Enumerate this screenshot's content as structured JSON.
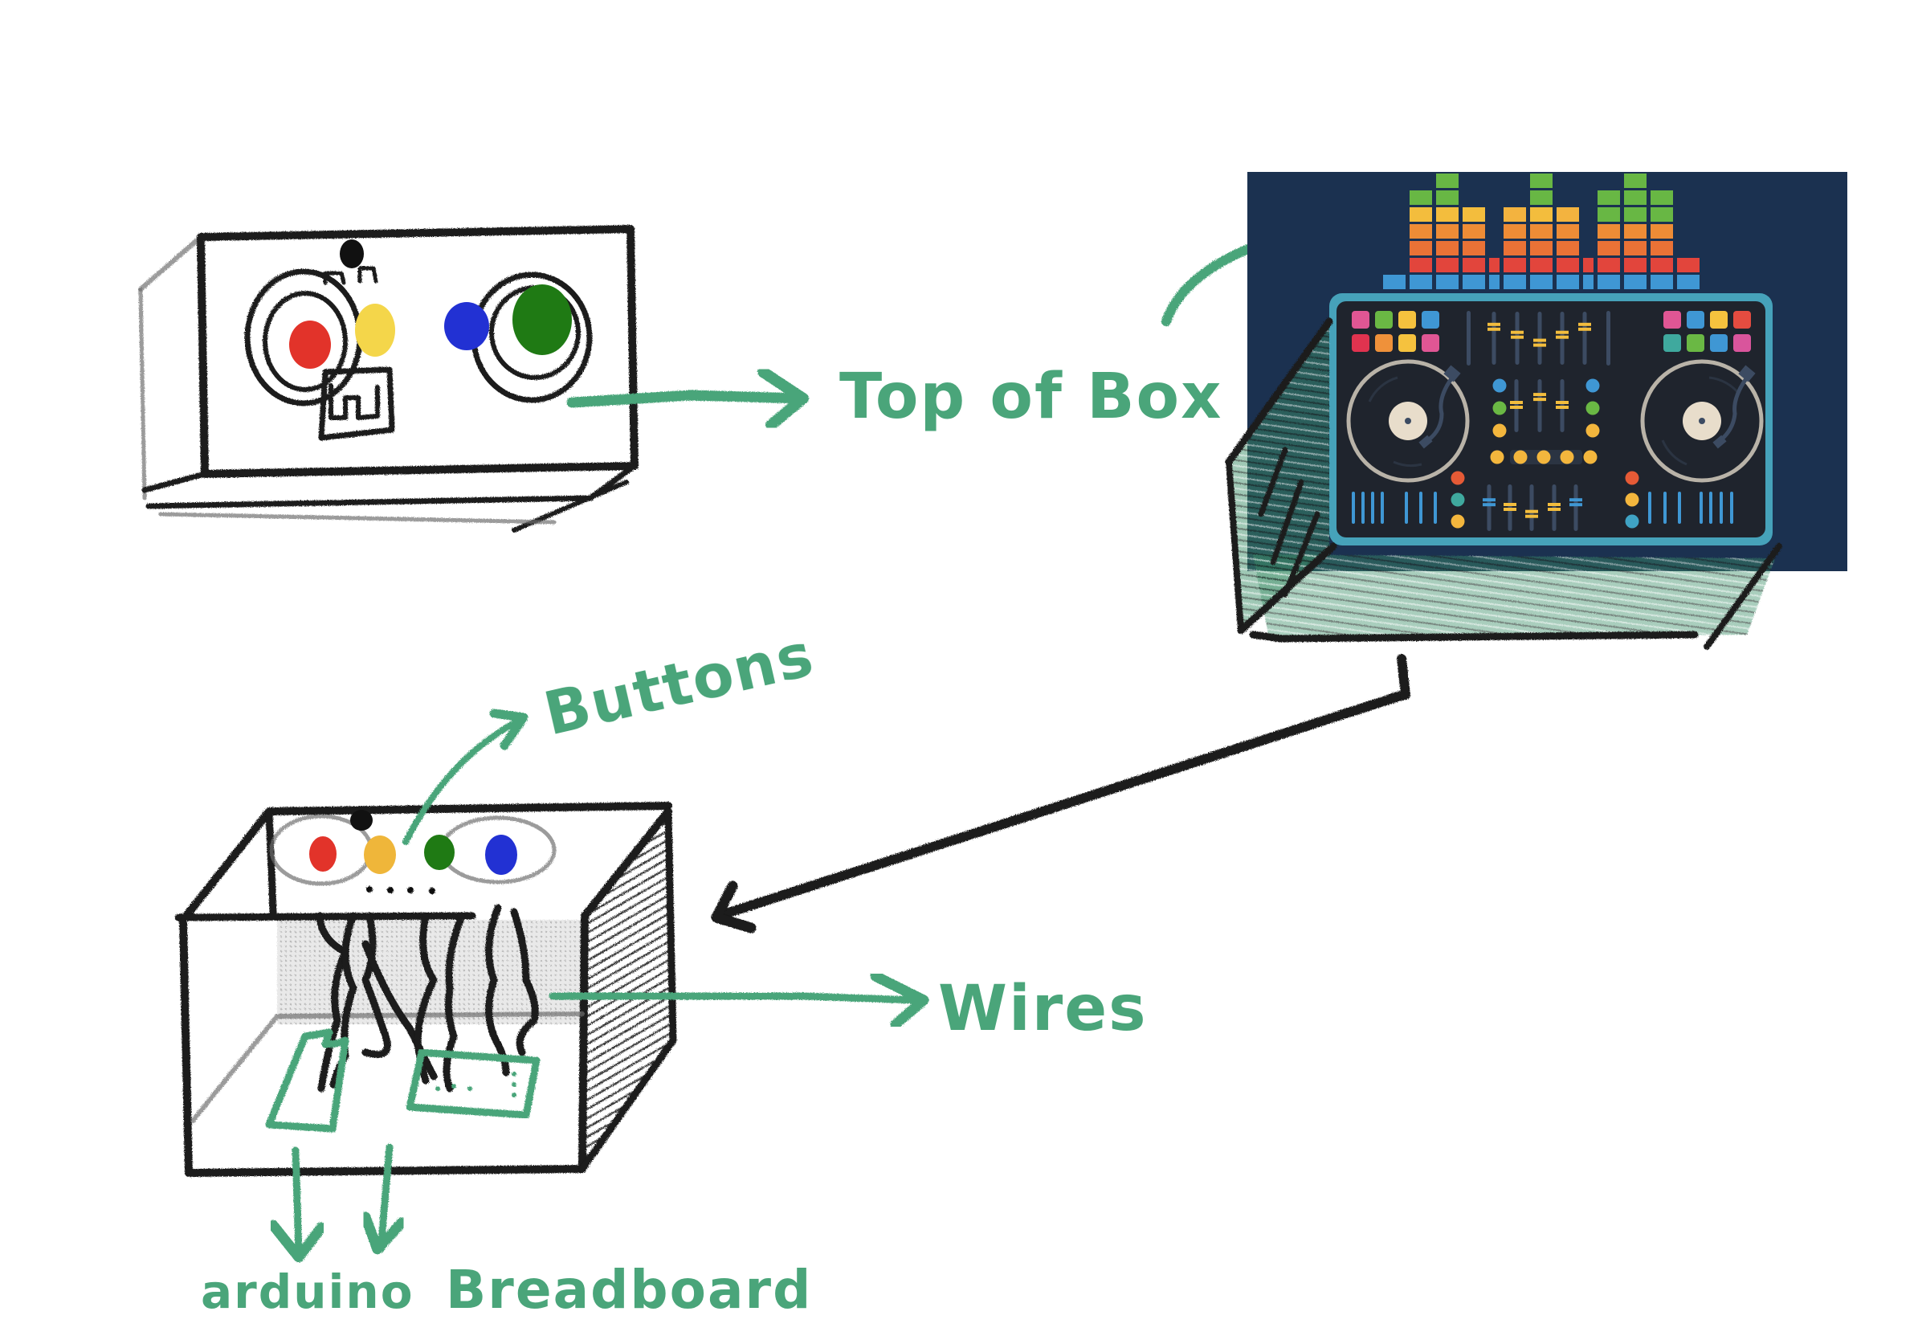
{
  "title": "Box controller concept sketch",
  "colors": {
    "background": "#ffffff",
    "annotation_green": "#4aa57a",
    "sketch_black": "#1a1a1a",
    "panel_navy": "#1b3150",
    "controller_body": "#1f242d",
    "controller_rim": "#46a2ba",
    "fader_track": "#3c4b62",
    "fader_cap_yellow": "#f3bd3d",
    "fader_cap_blue": "#3f97d4",
    "platter_ring": "#b9b3a8",
    "platter_label": "#e8ddcb",
    "button_red": "#e2332a",
    "button_yellow": "#f4d64a",
    "button_blue": "#2231d3",
    "button_green": "#1f7a14",
    "button_black": "#111111",
    "button_yellow_bottom": "#efb63a",
    "breadboard_green": "#4aa57a"
  },
  "labels": {
    "top_of_box": "Top of Box",
    "buttons": "Buttons",
    "wires": "Wires",
    "arduino": "arduino",
    "breadboard": "Breadboard"
  },
  "top_sketch": {
    "buttons": [
      "red",
      "yellow",
      "blue",
      "green"
    ],
    "small_button": "black"
  },
  "bottom_sketch": {
    "buttons": [
      "red",
      "yellow",
      "green",
      "blue"
    ],
    "small_button": "black",
    "wire_count": 6,
    "components": [
      "arduino",
      "breadboard"
    ]
  },
  "dj_controller": {
    "equalizer_levels": [
      1,
      6,
      7,
      5,
      1.5,
      5,
      7,
      5,
      1.5,
      6,
      7,
      6,
      2
    ],
    "equalizer_colors": [
      "#3f97d4",
      "#e2453c",
      "#ea7236",
      "#ee8c36",
      "#f3bd3d",
      "#68b744"
    ],
    "left_pads": [
      "#e05694",
      "#6ab844",
      "#f5c23e",
      "#3f97d4",
      "#e0334f",
      "#ef913a",
      "#f5c23e",
      "#e05694"
    ],
    "right_pads": [
      "#e05694",
      "#3f97d4",
      "#f5c23e",
      "#e54c40",
      "#3fa99e",
      "#6ab844",
      "#3f97d4",
      "#d9559c"
    ],
    "top_faders": [
      0.7,
      0.55,
      0.4,
      0.55,
      0.7
    ],
    "mid_faders": [
      0.5,
      0.65,
      0.5
    ],
    "bottom_faders": [
      0.6,
      0.5,
      0.35,
      0.5,
      0.6
    ],
    "mid_left_dots": [
      "#3f97d4",
      "#6ab844",
      "#f3b63d"
    ],
    "mid_right_dots": [
      "#3f97d4",
      "#6ab844",
      "#f3b63d"
    ],
    "cue_dots": [
      "#f3b63d",
      "#f3b63d",
      "#f3b63d",
      "#f3b63d",
      "#f3b63d"
    ],
    "left_side_dots": [
      "#e55a36",
      "#3fa99e",
      "#f3b63d"
    ],
    "right_side_dots": [
      "#e55a36",
      "#f3b63d",
      "#3fa3c4"
    ]
  }
}
